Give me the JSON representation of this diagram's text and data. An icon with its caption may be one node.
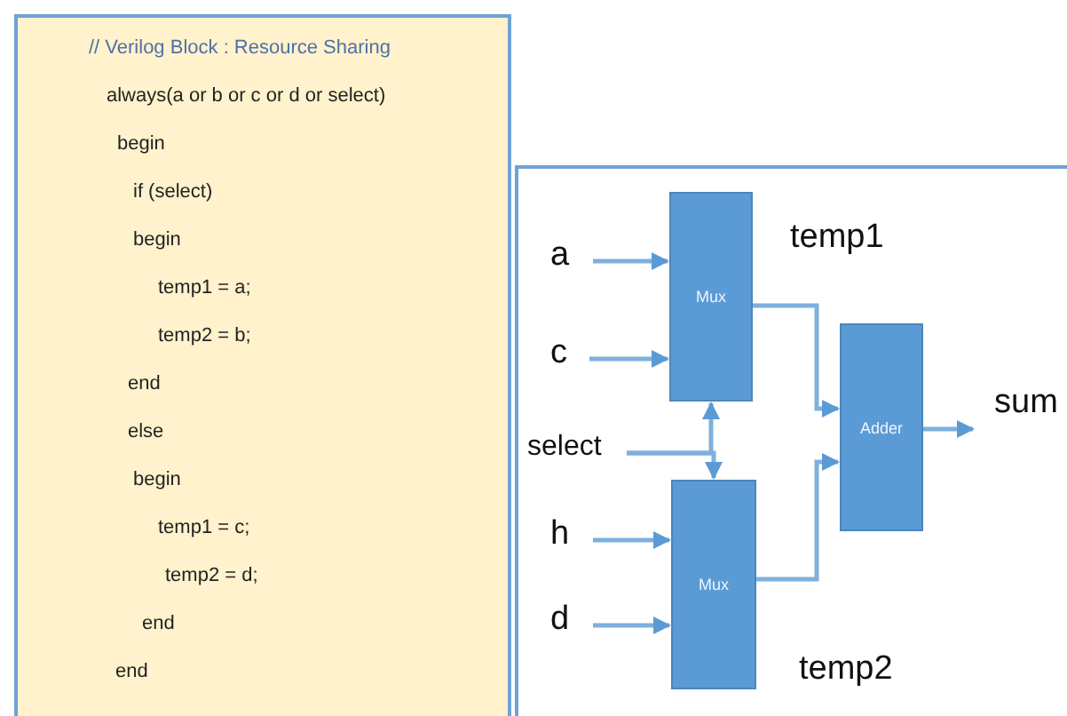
{
  "diagram": {
    "nodes": [
      {
        "text": [
          "// Verilog Block : Resource Sharing",
          "always(a or b or c or d or select)",
          "begin",
          "if (select)",
          "begin",
          "temp1 = a;",
          "temp2 = b;",
          "end",
          "else",
          "begin",
          "temp1  = c;",
          "temp2 = d;",
          "end",
          "end"
        ]
      },
      {
        "text": [
          "a"
        ]
      },
      {
        "text": [
          "c"
        ]
      },
      {
        "text": [
          "select"
        ]
      },
      {
        "text": [
          "h"
        ]
      },
      {
        "text": [
          "d"
        ]
      },
      {
        "text": [
          "Mux"
        ]
      },
      {
        "text": [
          "Mux"
        ]
      },
      {
        "text": [
          "Adder"
        ]
      },
      {
        "text": [
          "sum"
        ]
      }
    ],
    "edges": [
      {
        "from": 1,
        "to": 6,
        "arrow": "to"
      },
      {
        "from": 2,
        "to": 6,
        "arrow": "to"
      },
      {
        "from": 3,
        "to": 6,
        "arrow": "to"
      },
      {
        "from": 3,
        "to": 7,
        "arrow": "to"
      },
      {
        "from": 4,
        "to": 7,
        "arrow": "to"
      },
      {
        "from": 5,
        "to": 7,
        "arrow": "to"
      },
      {
        "from": 6,
        "to": 8,
        "arrow": "to"
      },
      {
        "from": 7,
        "to": 8,
        "arrow": "to"
      },
      {
        "from": 8,
        "to": 9,
        "arrow": "to"
      }
    ],
    "labels": [
      "temp1",
      "temp2"
    ]
  }
}
